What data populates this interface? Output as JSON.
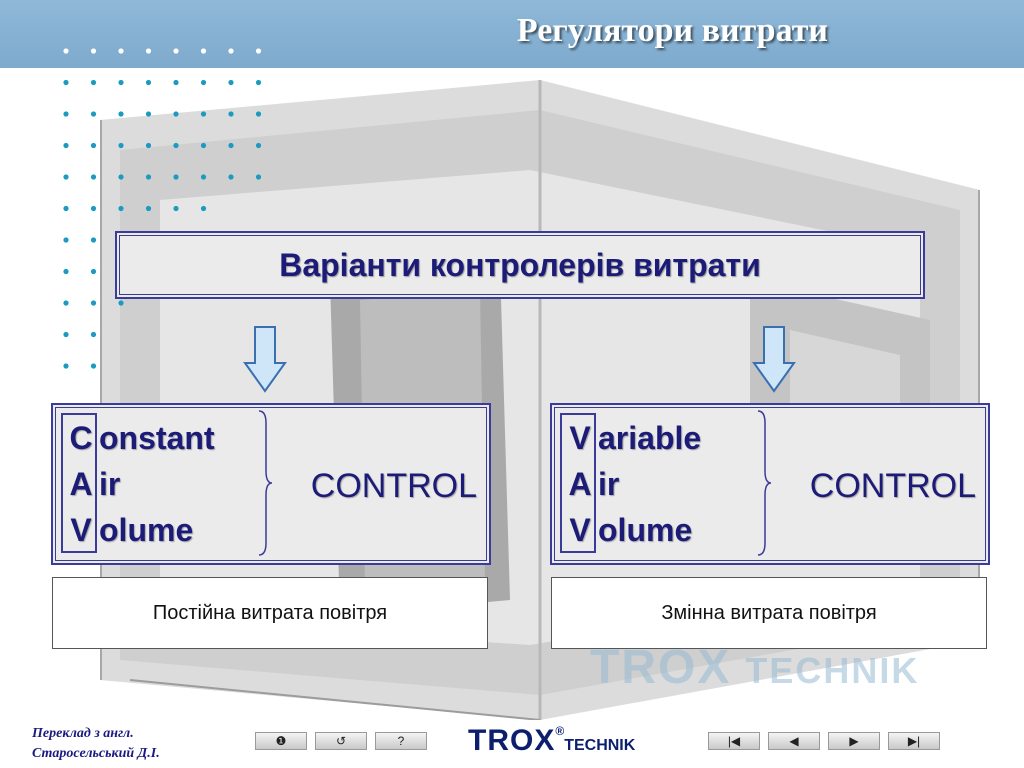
{
  "title": "Регулятори витрати",
  "variants_heading": "Варіанти  контролерів витрати",
  "panels": [
    {
      "lines": [
        {
          "letter": "C",
          "rest": "onstant"
        },
        {
          "letter": "A",
          "rest": "ir"
        },
        {
          "letter": "V",
          "rest": "olume"
        }
      ],
      "control": "CONTROL",
      "description": "Постійна витрата повітря"
    },
    {
      "lines": [
        {
          "letter": "V",
          "rest": "ariable"
        },
        {
          "letter": "A",
          "rest": "ir"
        },
        {
          "letter": "V",
          "rest": "olume"
        }
      ],
      "control": "CONTROL",
      "description": "Змінна витрата повітря"
    }
  ],
  "watermark": {
    "brand": "TROX",
    "sub": "TECHNIK"
  },
  "footer": {
    "credit_line1": "Переклад з англ.",
    "credit_line2": "Старосельський Д.І."
  },
  "logo": {
    "main": "TROX",
    "reg": "®",
    "sub": "TECHNIK"
  },
  "nav_buttons": [
    {
      "name": "info-button",
      "icon": "info-icon",
      "glyph": "❶"
    },
    {
      "name": "return-button",
      "icon": "return-icon",
      "glyph": "↺"
    },
    {
      "name": "help-button",
      "icon": "help-icon",
      "glyph": "?"
    },
    {
      "name": "first-slide-button",
      "icon": "first-slide-icon",
      "glyph": "|◀"
    },
    {
      "name": "prev-slide-button",
      "icon": "prev-slide-icon",
      "glyph": "◀"
    },
    {
      "name": "next-slide-button",
      "icon": "next-slide-icon",
      "glyph": "▶"
    },
    {
      "name": "last-slide-button",
      "icon": "last-slide-icon",
      "glyph": "▶|"
    }
  ],
  "colors": {
    "topbar": "#86b1d3",
    "dots": "#1a9bbf",
    "accent_text": "#1c1c78",
    "panel_border": "#3b3b9a",
    "panel_bg": "#ebebeb",
    "arrow_fill": "#cfe6f8"
  }
}
